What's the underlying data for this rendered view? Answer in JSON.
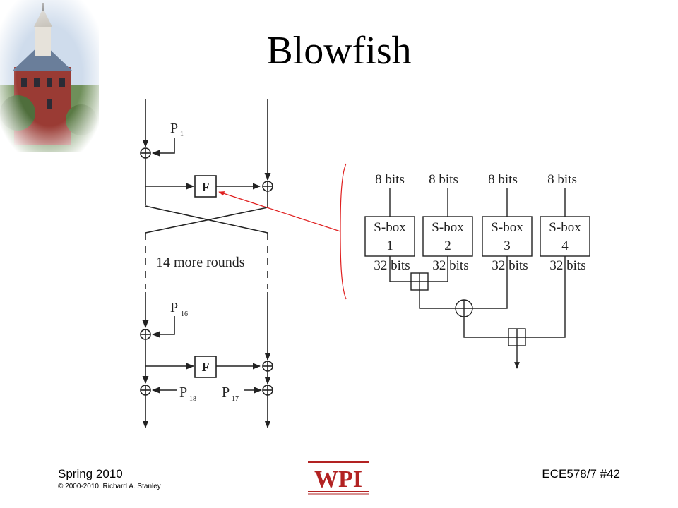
{
  "slide": {
    "title": "Blowfish",
    "footer_left": "Spring 2010",
    "copyright": "© 2000-2010, Richard A. Stanley",
    "footer_right": "ECE578/7 #42",
    "logo_text": "WPI"
  },
  "diagram": {
    "feistel": {
      "p1": "P",
      "p1_sub": "1",
      "f_top": "F",
      "rounds_label": "14 more rounds",
      "p16": "P",
      "p16_sub": "16",
      "f_bottom": "F",
      "p18": "P",
      "p18_sub": "18",
      "p17": "P",
      "p17_sub": "17"
    },
    "f_function": {
      "input_labels": [
        "8 bits",
        "8 bits",
        "8 bits",
        "8 bits"
      ],
      "sbox_labels": [
        "S-box",
        "S-box",
        "S-box",
        "S-box"
      ],
      "sbox_numbers": [
        "1",
        "2",
        "3",
        "4"
      ],
      "output_labels": [
        "32 bits",
        "32 bits",
        "32 bits",
        "32 bits"
      ]
    },
    "colors": {
      "arrow": "#e02020",
      "ink": "#222222"
    }
  }
}
